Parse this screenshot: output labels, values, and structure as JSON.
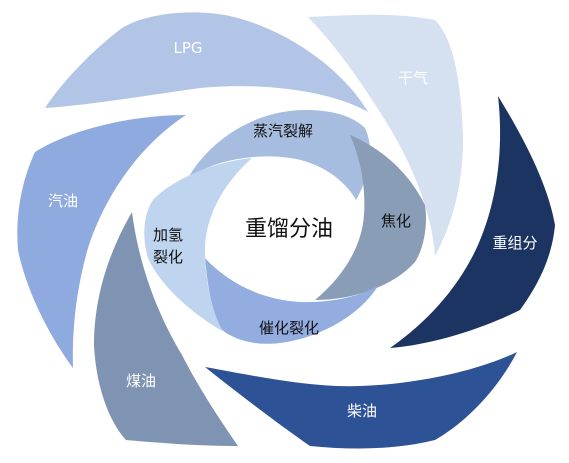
{
  "center": {
    "label": "重馏分油"
  },
  "inner_ring": [
    {
      "label": "蒸汽裂解",
      "color": "#a6bddf",
      "text_color": "#111111"
    },
    {
      "label": "焦化",
      "color": "#8a9db7",
      "text_color": "#111111"
    },
    {
      "label": "催化裂化",
      "color": "#93ade0",
      "text_color": "#111111"
    },
    {
      "label_line1": "加氢",
      "label_line2": "裂化",
      "color": "#bfd4ee",
      "text_color": "#111111"
    }
  ],
  "outer_ring": [
    {
      "label": "LPG",
      "color": "#b3c5e6",
      "text_color": "#ffffff"
    },
    {
      "label": "干气",
      "color": "#d5e0f1",
      "text_color": "#ffffff"
    },
    {
      "label": "重组分",
      "color": "#1c3462",
      "text_color": "#ffffff"
    },
    {
      "label": "柴油",
      "color": "#2d5296",
      "text_color": "#ffffff"
    },
    {
      "label": "煤油",
      "color": "#7f93b3",
      "text_color": "#ffffff"
    },
    {
      "label": "汽油",
      "color": "#8eaadf",
      "text_color": "#ffffff"
    }
  ]
}
